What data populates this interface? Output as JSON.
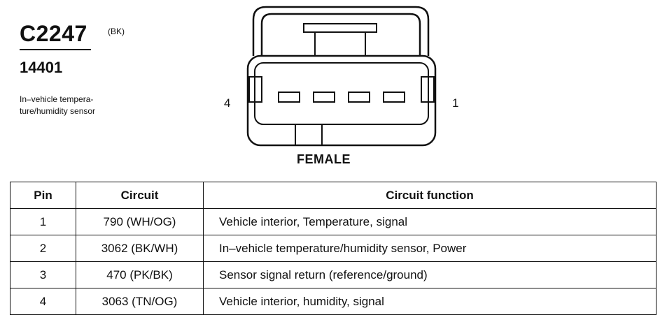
{
  "connector": {
    "id": "C2247",
    "color_code": "(BK)",
    "part_number": "14401",
    "description": "In–vehicle tempera-\nture/humidity sensor",
    "pin_label_left": "4",
    "pin_label_right": "1",
    "gender": "FEMALE"
  },
  "table": {
    "headers": {
      "pin": "Pin",
      "circuit": "Circuit",
      "function": "Circuit function"
    },
    "rows": [
      {
        "pin": "1",
        "circuit": "790 (WH/OG)",
        "function": "Vehicle interior, Temperature, signal"
      },
      {
        "pin": "2",
        "circuit": "3062 (BK/WH)",
        "function": "In–vehicle temperature/humidity sensor, Power"
      },
      {
        "pin": "3",
        "circuit": "470 (PK/BK)",
        "function": "Sensor signal return (reference/ground)"
      },
      {
        "pin": "4",
        "circuit": "3063 (TN/OG)",
        "function": "Vehicle interior, humidity, signal"
      }
    ]
  }
}
